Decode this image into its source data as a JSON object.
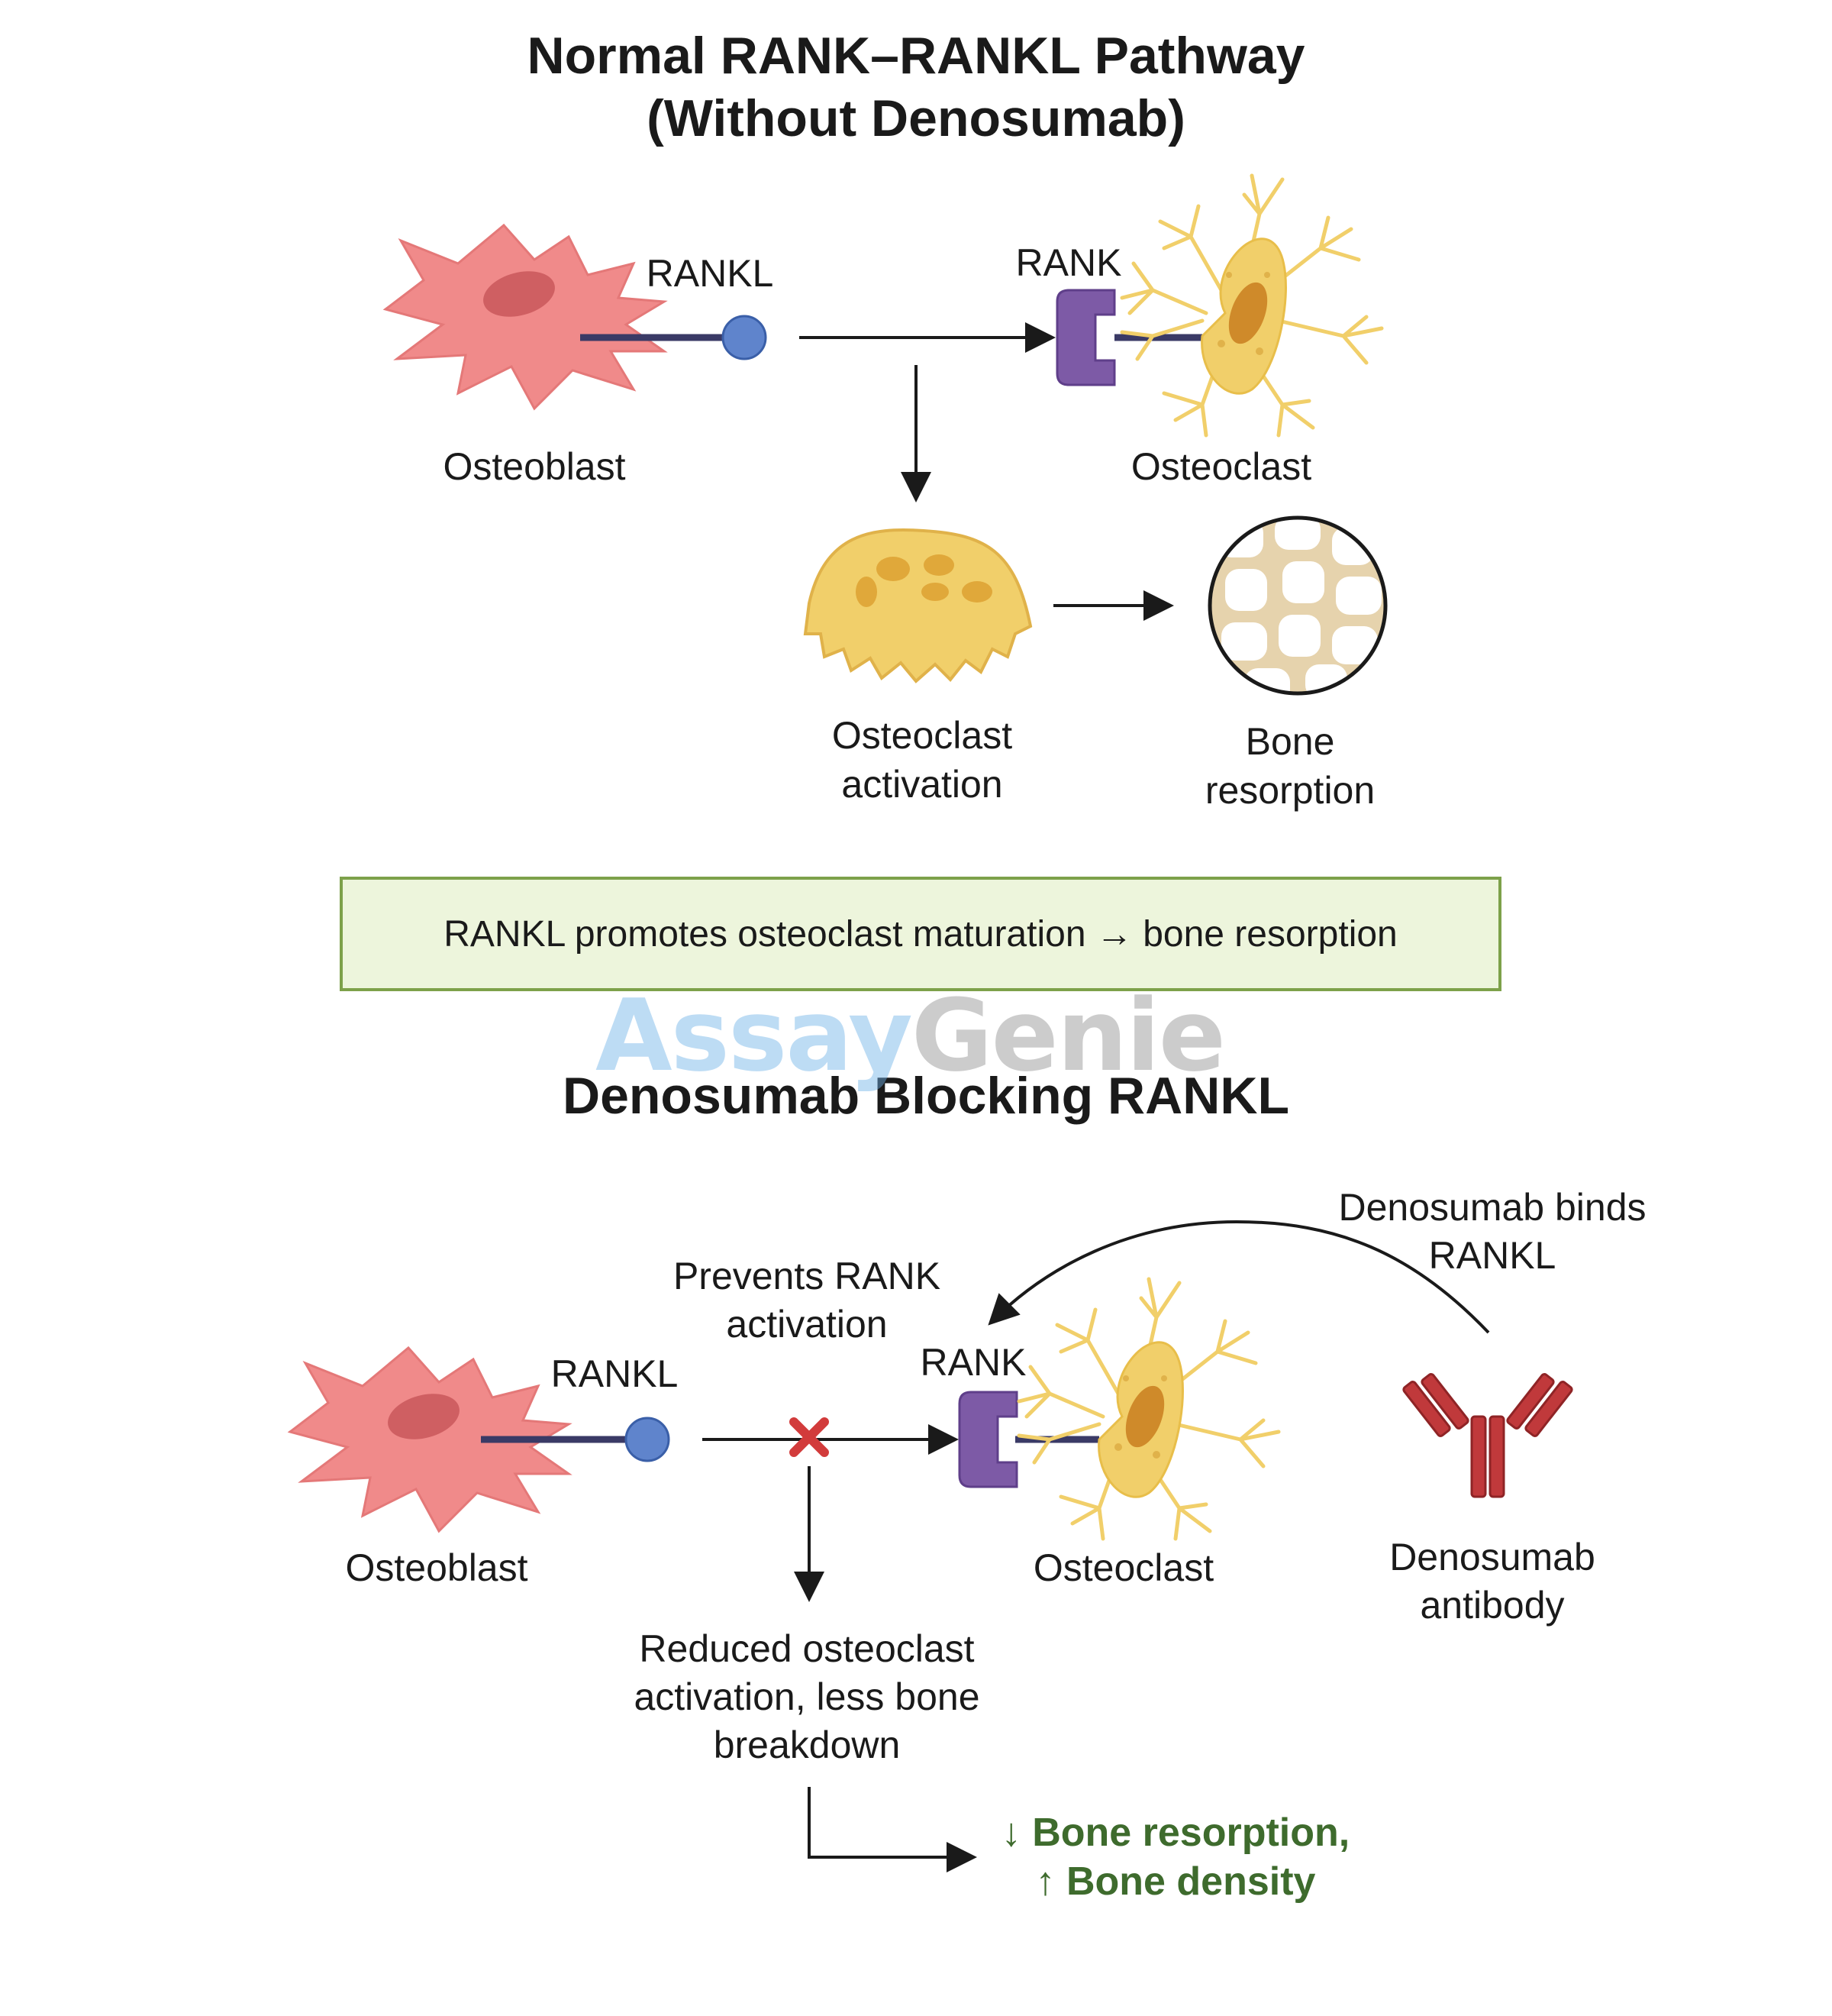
{
  "titles": {
    "top_line1": "Normal RANK–RANKL Pathway",
    "top_line2": "(Without Denosumab)",
    "bottom": "Denosumab Blocking RANKL"
  },
  "top_panel": {
    "rankl": "RANKL",
    "rank": "RANK",
    "osteoblast": "Osteoblast",
    "osteoclast": "Osteoclast",
    "activation_line1": "Osteoclast",
    "activation_line2": "activation",
    "resorption_line1": "Bone",
    "resorption_line2": "resorption"
  },
  "summary_box": {
    "text": "RANKL promotes osteoclast maturation → bone resorption"
  },
  "watermark": {
    "part1": "Assay",
    "part2": "Genie"
  },
  "bottom_panel": {
    "rankl": "RANKL",
    "rank": "RANK",
    "osteoblast": "Osteoblast",
    "osteoclast": "Osteoclast",
    "prevents_line1": "Prevents RANK",
    "prevents_line2": "activation",
    "binds_line1": "Denosumab binds",
    "binds_line2": "RANKL",
    "antibody_line1": "Denosumab",
    "antibody_line2": "antibody",
    "reduced_line1": "Reduced osteoclast",
    "reduced_line2": "activation, less bone",
    "reduced_line3": "breakdown",
    "result_line1": "↓ Bone resorption,",
    "result_line2": "↑ Bone density"
  },
  "colors": {
    "osteoblast": "#f08a8a",
    "osteoblast_nucleus": "#cf5f62",
    "ligand": "#5f84cc",
    "stalk": "#3a3a66",
    "receptor": "#7d5aa6",
    "osteoclast": "#f1cf6a",
    "osteoclast_nucleus": "#cf8a2a",
    "antibody": "#c0393b",
    "bone": "#e6d3ad",
    "box_fill": "#edf5dc",
    "box_border": "#7da14a",
    "result_text": "#3e6b2d",
    "block_x": "#d23b3b"
  }
}
